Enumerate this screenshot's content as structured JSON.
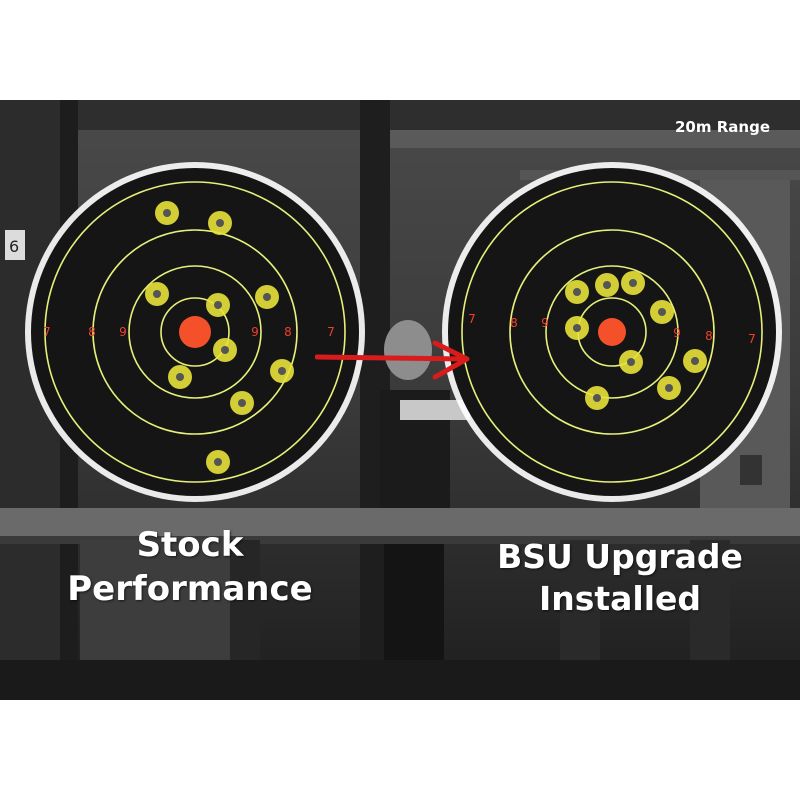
{
  "range_label": "20m Range",
  "captions": {
    "left": {
      "line1": "Stock",
      "line2": "Performance"
    },
    "right": {
      "line1": "BSU Upgrade",
      "line2": "Installed"
    }
  },
  "targets": {
    "left": {
      "ring_numbers": [
        "7",
        "8",
        "9",
        "9",
        "8",
        "7"
      ]
    },
    "right": {
      "ring_numbers": [
        "7",
        "8",
        "9",
        "9",
        "8",
        "7"
      ]
    }
  },
  "colors": {
    "target_face": "#151515",
    "ring_line": "#e6f07a",
    "bullseye": "#f4502a",
    "ring_number": "#f0402a",
    "arrow": "#d81c1c",
    "hit_splatter": "#e8e23a",
    "target_glow": "#ffffff"
  }
}
